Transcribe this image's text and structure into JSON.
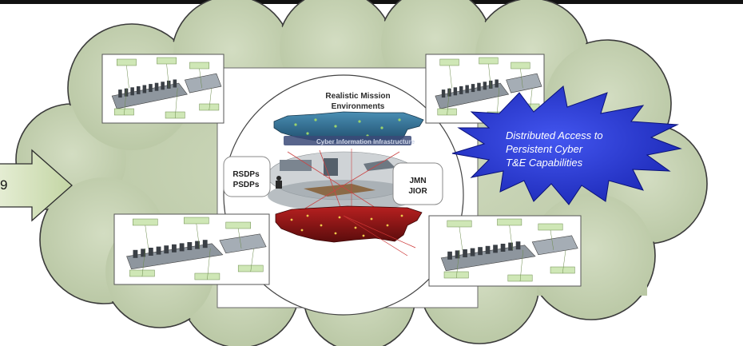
{
  "center": {
    "title_line1": "Realistic Mission",
    "title_line2": "Environments",
    "left_box_line1": "RSDPs",
    "left_box_line2": "PSDPs",
    "right_box_line1": "JMN",
    "right_box_line2": "JIOR",
    "ribbon_text": "Cyber Information Infrastructure"
  },
  "starburst": {
    "line1": "Distributed Access to",
    "line2": "Persistent Cyber",
    "line3": "T&E Capabilities"
  },
  "arrow": {
    "label": "9"
  },
  "colors": {
    "cloud_fill": "#c6d2b3",
    "cloud_stroke": "#3b3b3b",
    "arrow_fill": "#d5e2be",
    "starburst_fill": "#2a3ad6",
    "map_top": "#2f6b92",
    "map_bottom": "#8d1414",
    "top_bar": "#111111"
  },
  "panel_icons": [
    "facility-diagram-top-left",
    "facility-diagram-top-right",
    "facility-diagram-bottom-left",
    "facility-diagram-bottom-right"
  ]
}
